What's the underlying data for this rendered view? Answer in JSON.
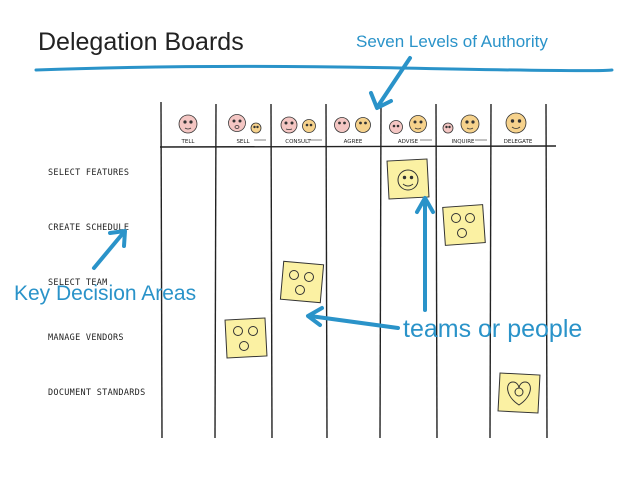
{
  "title": "Delegation Boards",
  "subtitle": "Seven Levels of Authority",
  "callouts": {
    "left": "Key Decision Areas",
    "right": "teams or people"
  },
  "board": {
    "columns": [
      "TELL",
      "SELL",
      "CONSULT",
      "AGREE",
      "ADVISE",
      "INQUIRE",
      "DELEGATE"
    ],
    "rows": [
      "SELECT FEATURES",
      "CREATE SCHEDULE",
      "SELECT TEAM",
      "MANAGE VENDORS",
      "DOCUMENT STANDARDS"
    ]
  },
  "colors": {
    "accent": "#2a93c9",
    "sticky": "#fbf1a3",
    "ink": "#222222"
  }
}
